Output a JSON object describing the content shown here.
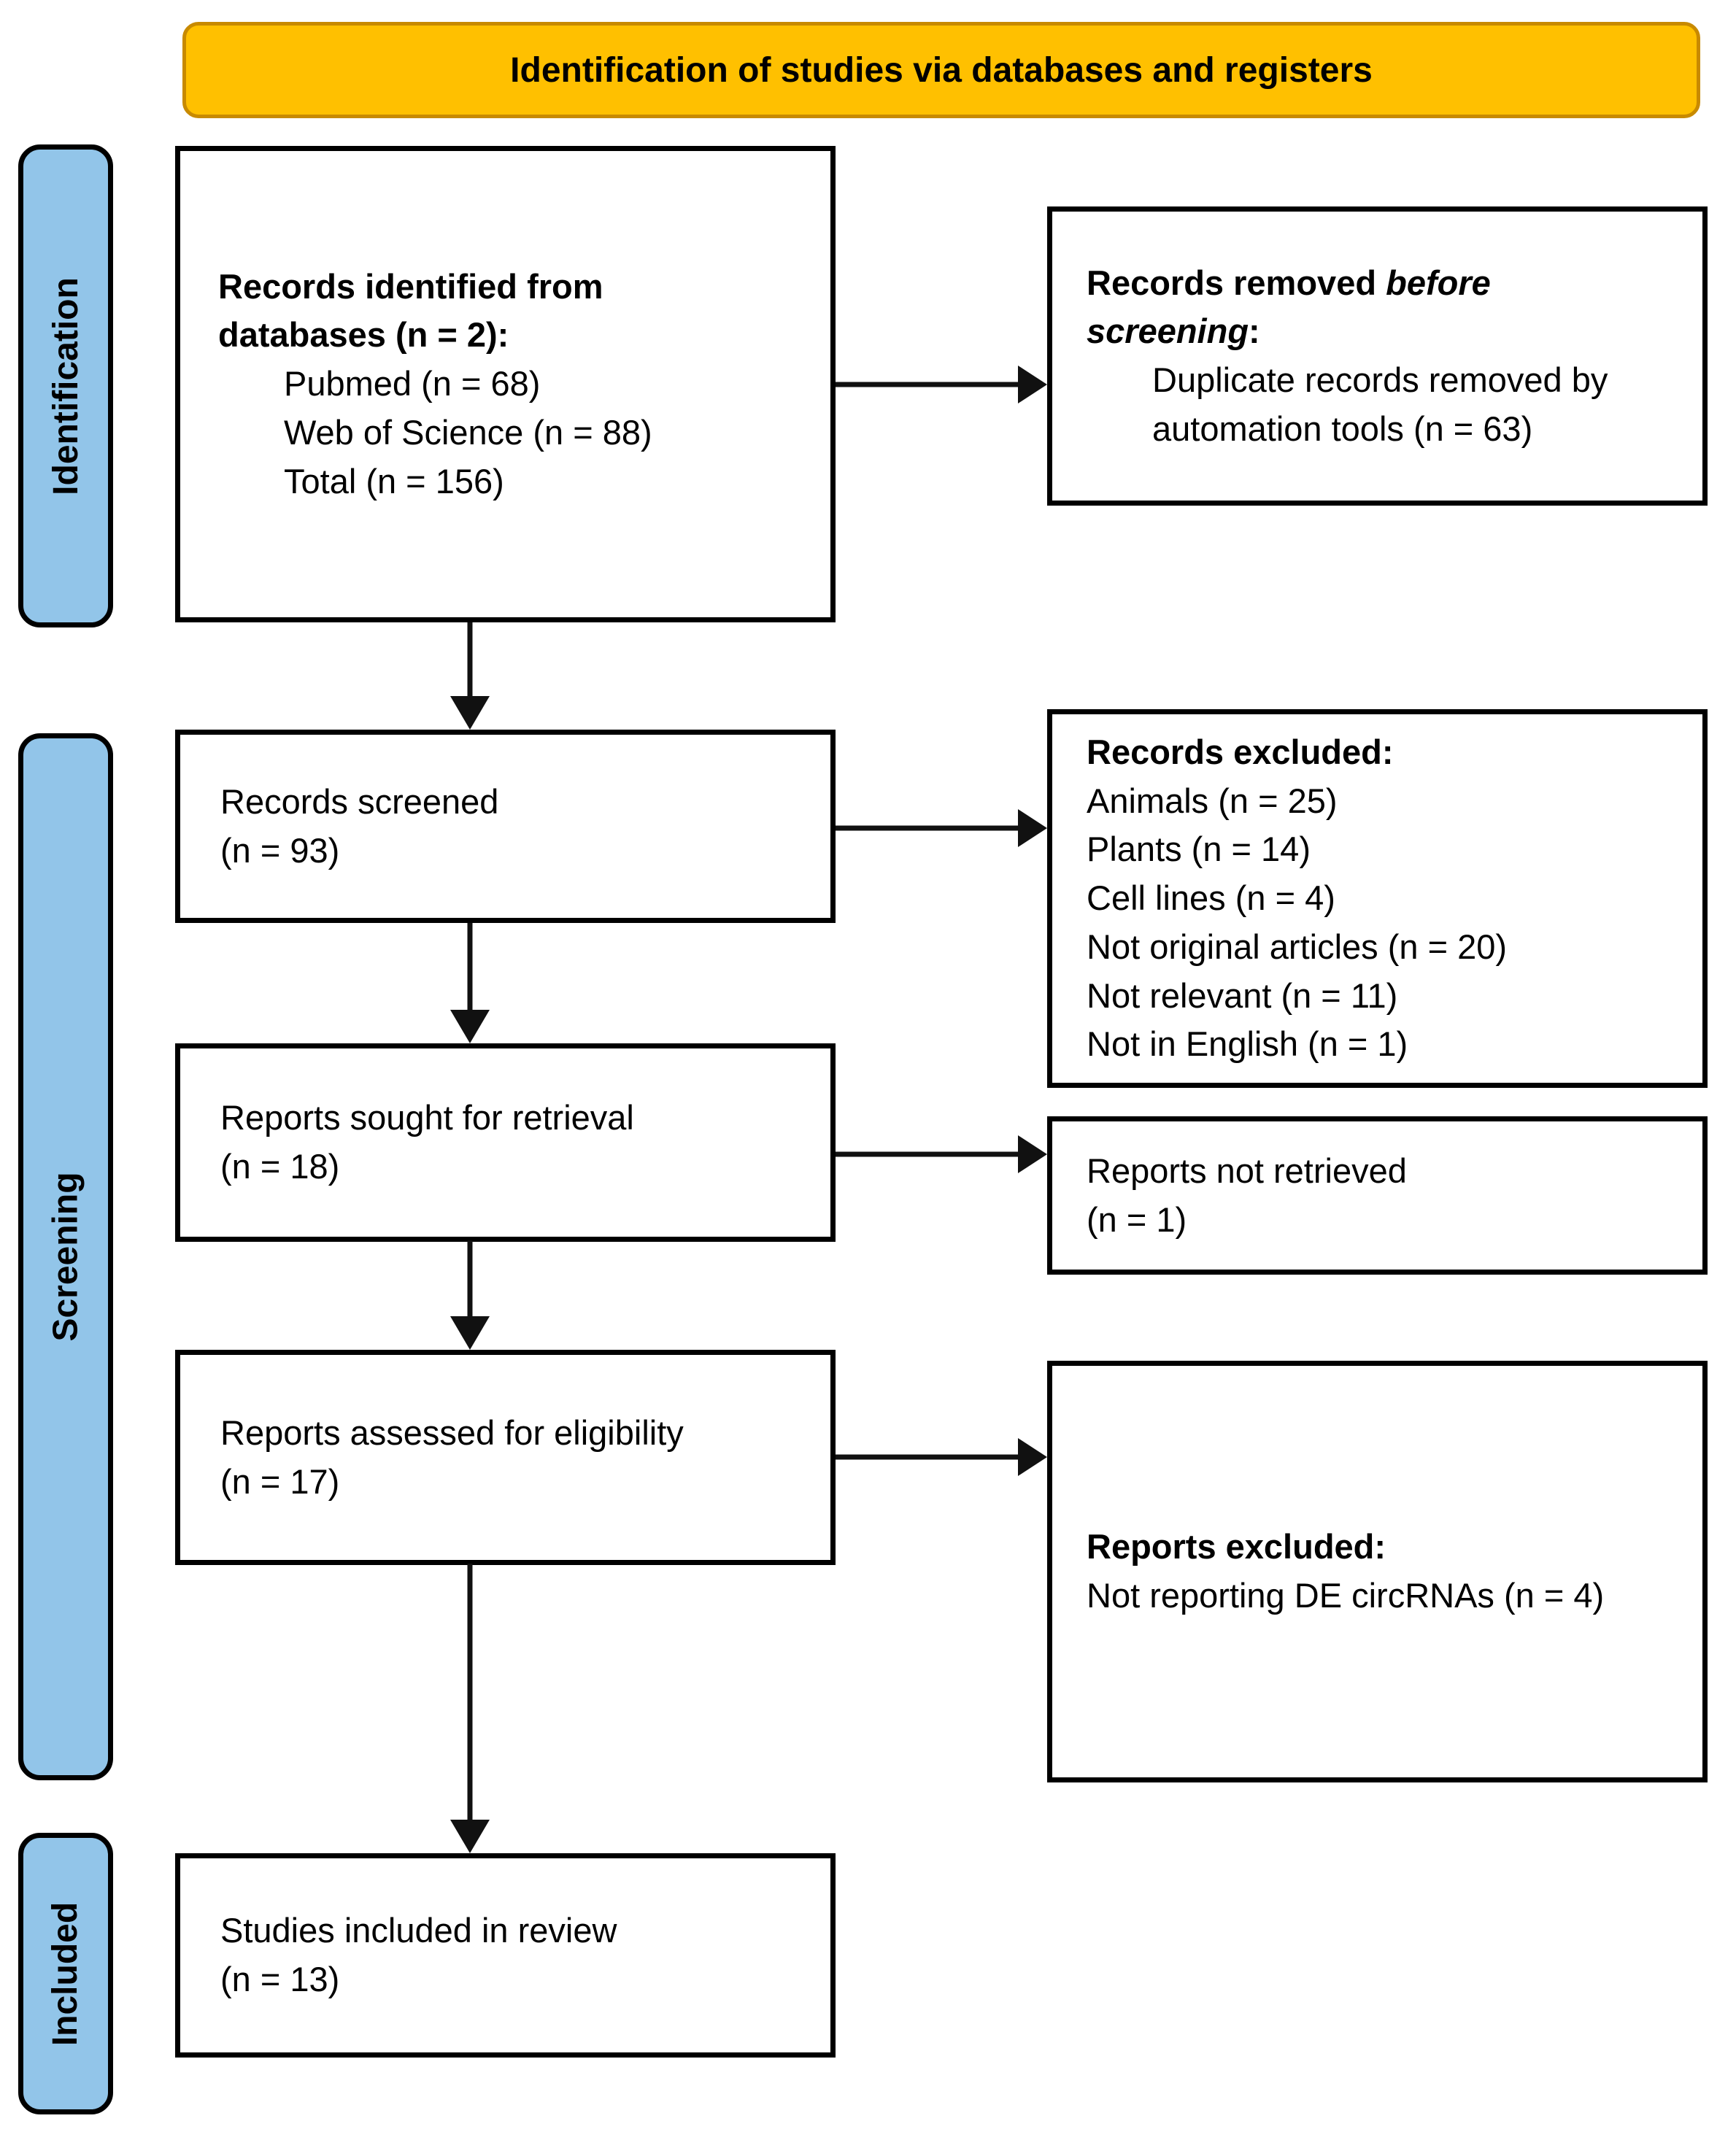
{
  "banner": {
    "title": "Identification of studies via databases and registers"
  },
  "colors": {
    "banner_fill": "#FFC000",
    "banner_border": "#C88A00",
    "sidebar_fill": "#92C5E9",
    "line": "#111111",
    "box_bg": "#FFFFFF",
    "text": "#000000"
  },
  "sidebars": {
    "identification": "Identification",
    "screening": "Screening",
    "included": "Included"
  },
  "flow": {
    "records_identified": {
      "title": "Records identified from databases (n = 2):",
      "items": [
        "Pubmed (n = 68)",
        "Web of Science (n = 88)",
        "Total (n = 156)"
      ]
    },
    "records_screened": {
      "lines": [
        "Records screened",
        "(n = 93)"
      ]
    },
    "reports_sought": {
      "lines": [
        "Reports sought for retrieval",
        "(n = 18)"
      ]
    },
    "reports_assessed": {
      "lines": [
        "Reports assessed for eligibility",
        "(n = 17)"
      ]
    },
    "studies_included": {
      "lines": [
        "Studies included in review",
        "(n = 13)"
      ]
    }
  },
  "exclusions": {
    "records_removed": {
      "title_prefix": "Records removed ",
      "title_italic": "before screening",
      "title_suffix": ":",
      "items": [
        "Duplicate records removed by automation tools  (n = 63)"
      ]
    },
    "records_excluded": {
      "title": "Records excluded:",
      "items": [
        "Animals (n = 25)",
        "Plants (n = 14)",
        "Cell lines (n = 4)",
        "Not original articles (n = 20)",
        "Not relevant (n = 11)",
        "Not in English (n = 1)"
      ]
    },
    "reports_not_retrieved": {
      "lines": [
        "Reports not retrieved",
        "(n = 1)"
      ]
    },
    "reports_excluded": {
      "title": "Reports excluded:",
      "items": [
        "Not reporting DE circRNAs (n = 4)"
      ]
    }
  }
}
